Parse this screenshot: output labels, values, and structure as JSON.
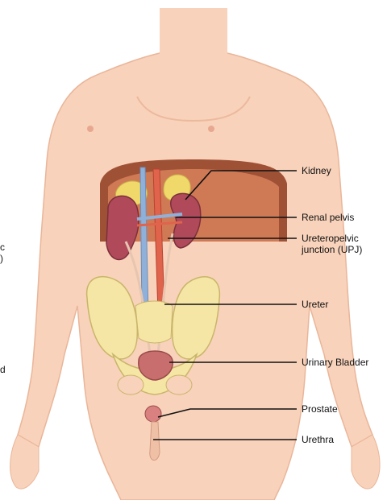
{
  "colors": {
    "skin": "#f8d2ba",
    "skin_shadow": "#eab396",
    "bone": "#f5e6a6",
    "kidney": "#b04a5a",
    "adrenal": "#f0d96a",
    "vein": "#8fb0d8",
    "artery": "#e0634c",
    "bladder": "#c96e6e",
    "cavity": "#9a4a2e",
    "leader": "#111111"
  },
  "labels": {
    "kidney": "Kidney",
    "renal_pelvis": "Renal pelvis",
    "upj": "Ureteropelvic junction (UPJ)",
    "ureter": "Ureter",
    "bladder": "Urinary Bladder",
    "prostate": "Prostate",
    "urethra": "Urethra"
  },
  "left_cutoff": {
    "upj_fragment": "c\n)",
    "bladder_fragment": "d"
  }
}
